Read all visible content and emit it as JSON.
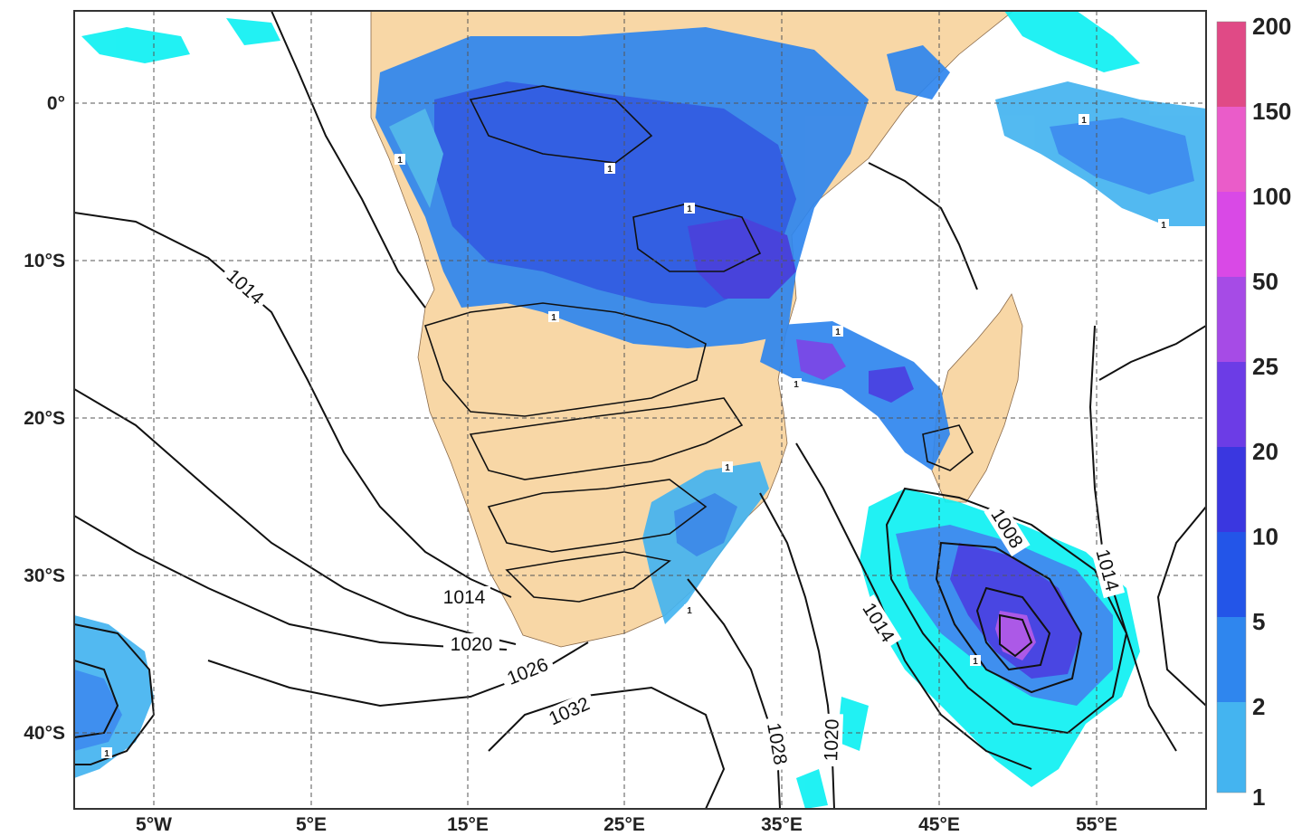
{
  "map": {
    "lat_labels": [
      "0°",
      "10°S",
      "20°S",
      "30°S",
      "40°S"
    ],
    "lon_labels": [
      "5°W",
      "5°E",
      "15°E",
      "25°E",
      "35°E",
      "45°E",
      "55°E"
    ],
    "isobar_labels": [
      "1014",
      "1014",
      "1020",
      "1026",
      "1032",
      "1028",
      "1020",
      "1014",
      "1008",
      "1014"
    ],
    "small_contour_labels": [
      "1",
      "1",
      "1",
      "1",
      "1",
      "1",
      "1",
      "1",
      "1",
      "1",
      "1",
      "1"
    ]
  },
  "colorbar": {
    "levels": [
      "200",
      "150",
      "100",
      "50",
      "25",
      "20",
      "10",
      "5",
      "2",
      "1"
    ],
    "colors": [
      "#e04a86",
      "#ea5cc9",
      "#d949e6",
      "#a64be6",
      "#6c3ce6",
      "#3a37e0",
      "#2355e8",
      "#2f86ee",
      "#44b4f0",
      "#0ff0f2"
    ]
  },
  "colors": {
    "land": "#f8d7a6",
    "grid": "#555555",
    "isobar": "#111111"
  }
}
